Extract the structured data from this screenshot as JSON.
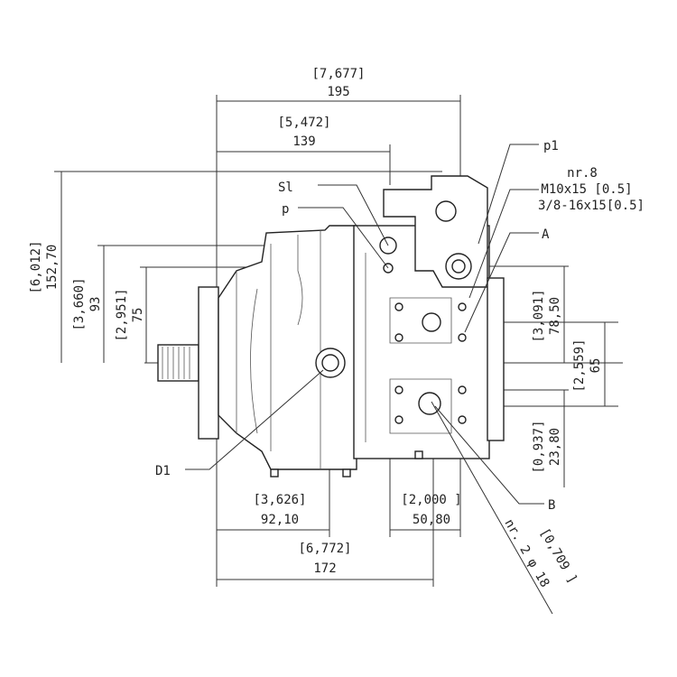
{
  "dimensions": {
    "top_overall": {
      "inch": "[7,677]",
      "mm": "195"
    },
    "top_partial": {
      "inch": "[5,472]",
      "mm": "139"
    },
    "left_overall": {
      "inch": "[6,012]",
      "mm": "152,70"
    },
    "left_mid": {
      "inch": "[3,660]",
      "mm": "93"
    },
    "left_shaft": {
      "inch": "[2,951]",
      "mm": "75"
    },
    "right_upper": {
      "inch": "[3,091]",
      "mm": "78,50"
    },
    "right_mid": {
      "inch": "[2,559]",
      "mm": "65"
    },
    "right_lower": {
      "inch": "[0,937]",
      "mm": "23,80"
    },
    "bottom_left": {
      "inch": "[3,626]",
      "mm": "92,10"
    },
    "bottom_mid": {
      "inch": "[2,000 ]",
      "mm": "50,80"
    },
    "bottom_overall": {
      "inch": "[6,772]",
      "mm": "172"
    },
    "hole": {
      "inch": "[0,709 ]",
      "spec": "nr. 2 φ 18"
    }
  },
  "callouts": {
    "sl": "Sl",
    "p": "p",
    "p1": "p1",
    "thread_count": "nr.8",
    "thread_metric": "M10x15 [0.5]",
    "thread_unc": "3/8-16x15[0.5]",
    "a": "A",
    "d1": "D1",
    "b": "B"
  }
}
